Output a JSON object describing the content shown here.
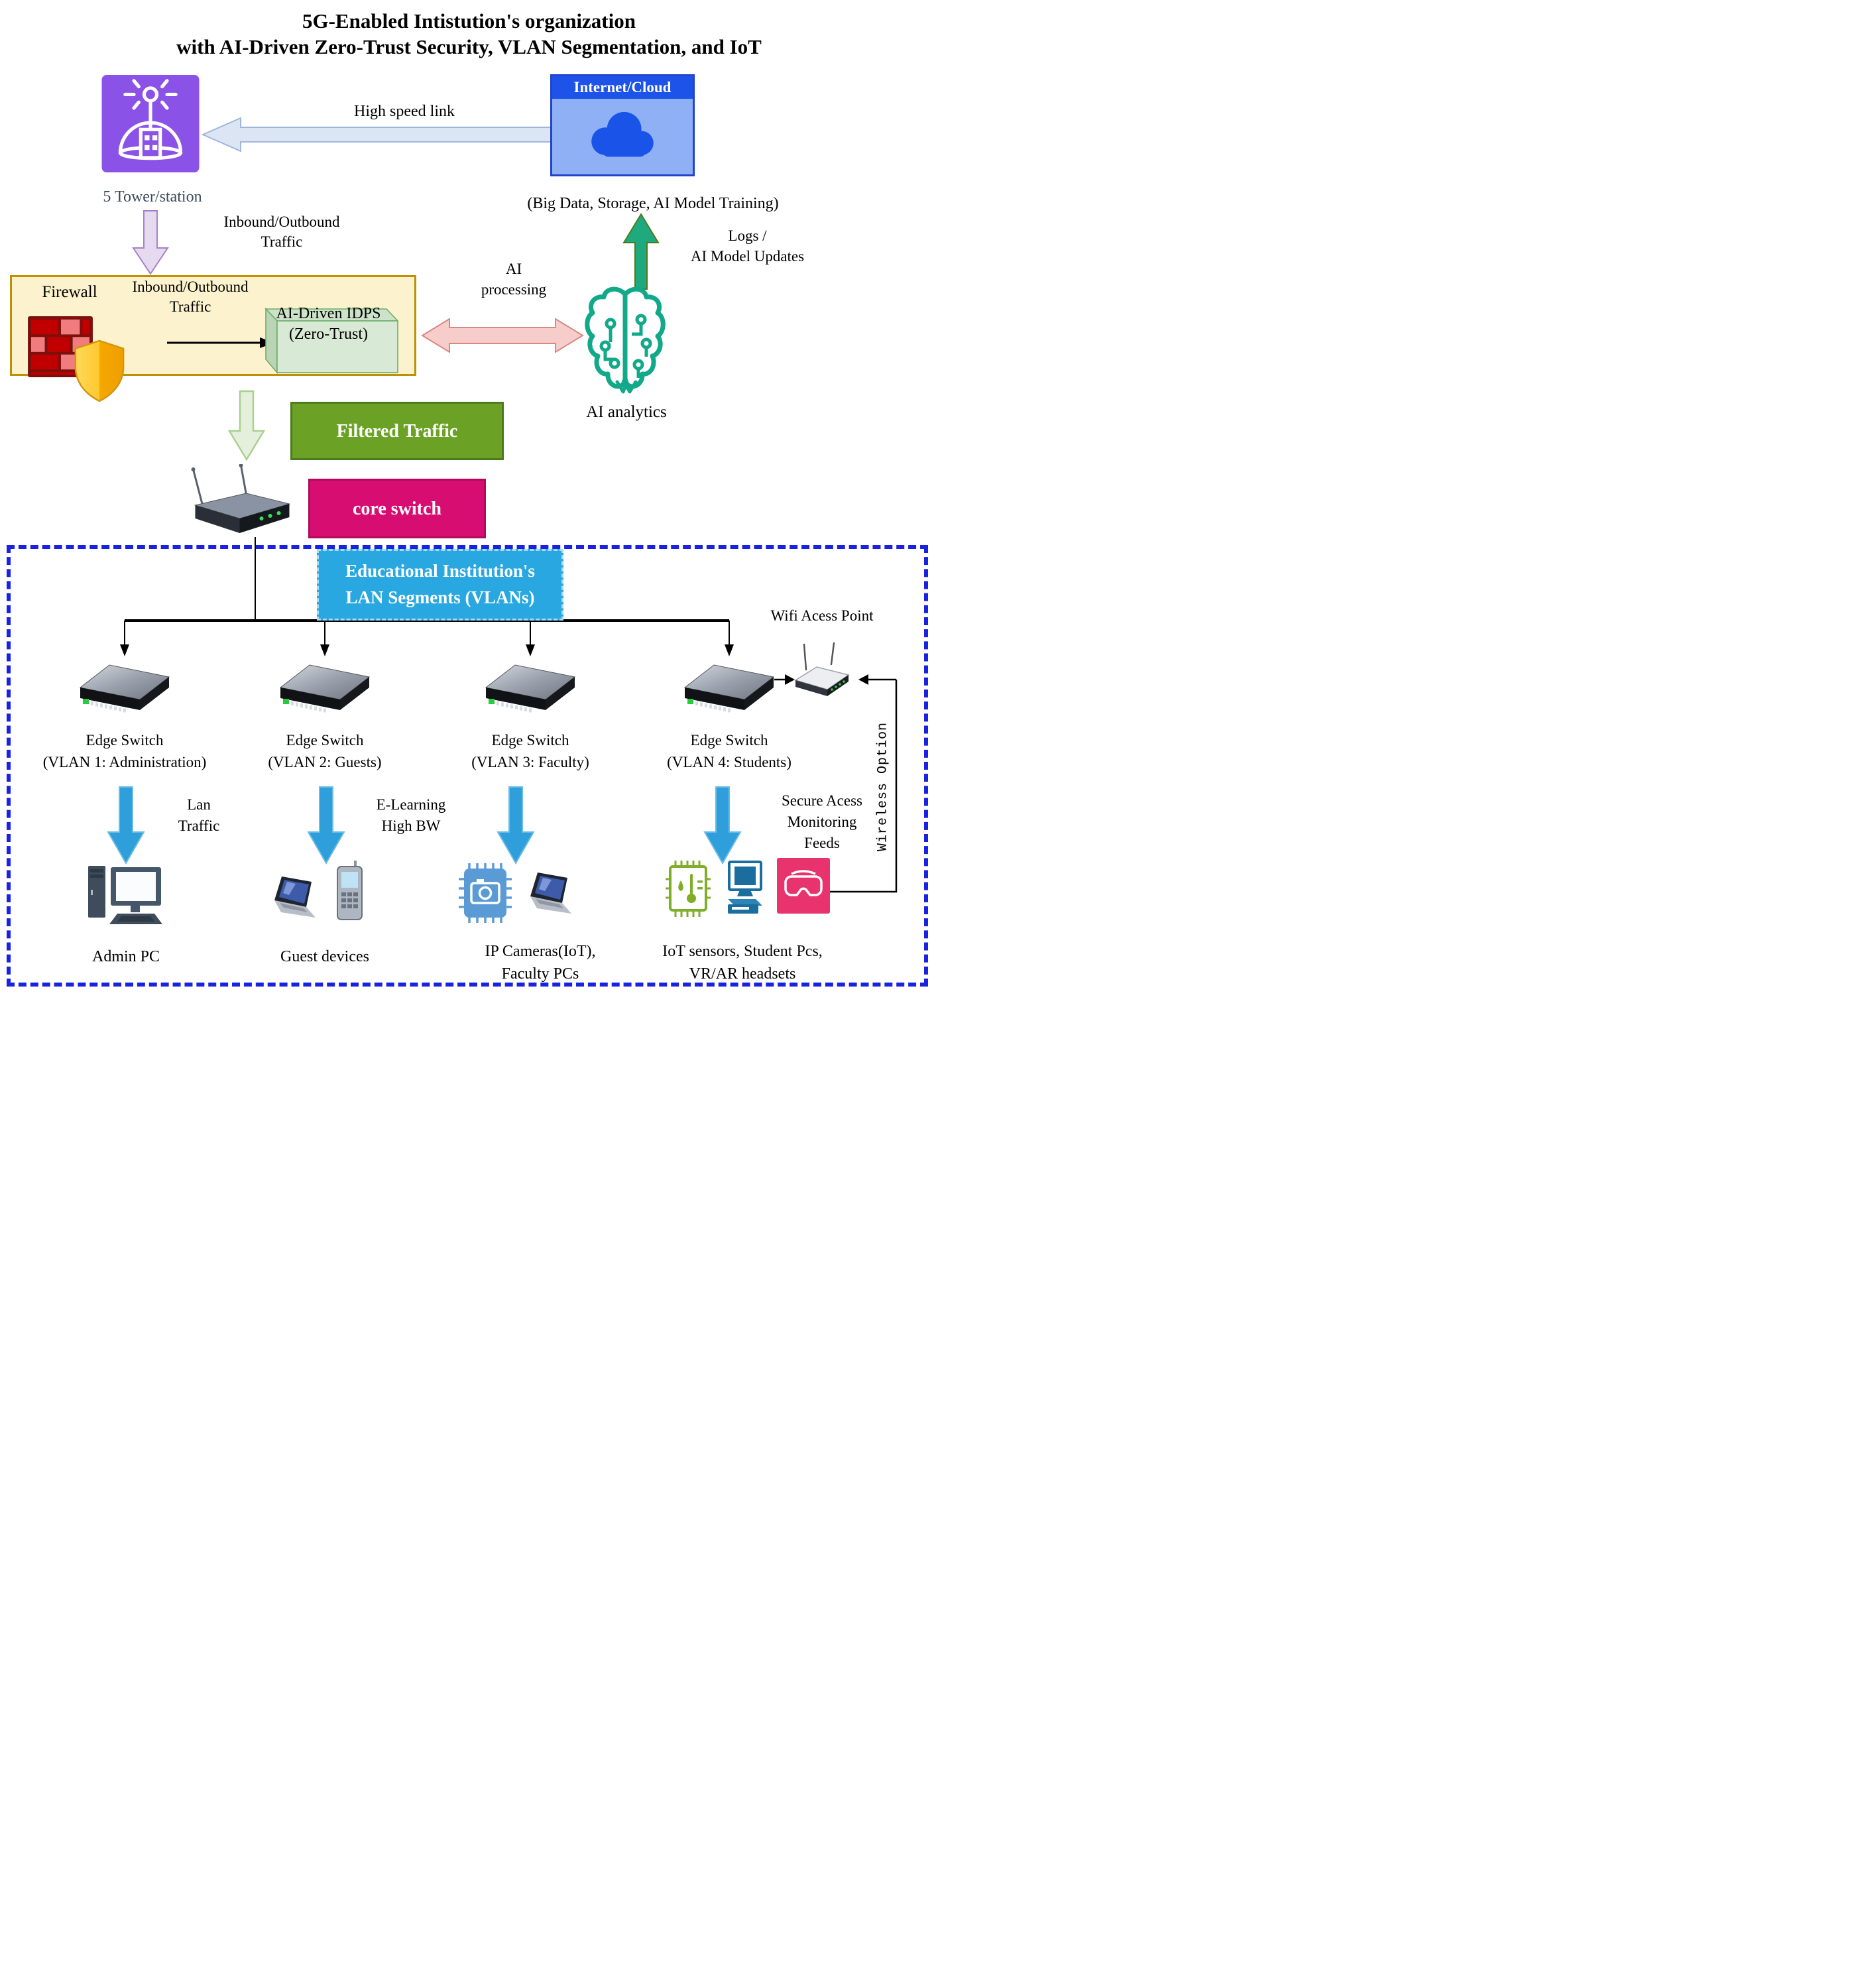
{
  "title": {
    "line1": "5G-Enabled Intistution's organization",
    "line2": "with AI-Driven Zero-Trust Security, VLAN Segmentation, and IoT"
  },
  "tower": {
    "label": "5 Tower/station"
  },
  "cloud": {
    "title": "Internet/Cloud",
    "subtitle": "(Big Data, Storage, AI Model Training)"
  },
  "flows": {
    "high_speed": "High speed link",
    "inbound_l1": "Inbound/Outbound",
    "inbound_l2": "Traffic",
    "logs_l1": "Logs /",
    "logs_l2": "AI Model Updates",
    "ai_processing_l1": "AI",
    "ai_processing_l2": "processing",
    "filtered": "Filtered Traffic"
  },
  "ai": {
    "analytics": "AI analytics"
  },
  "firewall": {
    "label": "Firewall",
    "idps_l1": "AI-Driven IDPS",
    "idps_l2": "(Zero-Trust)"
  },
  "core": {
    "switch_label": "core switch"
  },
  "lan": {
    "header_l1": "Educational Institution's",
    "header_l2": "LAN Segments (VLANs)",
    "wifi_ap": "Wifi Acess Point",
    "wireless_option": "Wireless Option"
  },
  "vlans": [
    {
      "switch_l1": "Edge Switch",
      "switch_l2": "(VLAN 1: Administration)",
      "traffic": [
        "Lan",
        "Traffic"
      ],
      "devices": [
        "Admin PC"
      ]
    },
    {
      "switch_l1": "Edge Switch",
      "switch_l2": "(VLAN 2: Guests)",
      "traffic": [
        "E-Learning",
        "High BW"
      ],
      "devices": [
        "Guest devices"
      ]
    },
    {
      "switch_l1": "Edge Switch",
      "switch_l2": "(VLAN 3: Faculty)",
      "traffic": [],
      "devices": [
        "IP Cameras(IoT),",
        "Faculty PCs"
      ]
    },
    {
      "switch_l1": "Edge Switch",
      "switch_l2": "(VLAN 4: Students)",
      "traffic": [
        "Secure Acess",
        "Monitoring",
        "Feeds"
      ],
      "devices": [
        "IoT sensors, Student Pcs,",
        "VR/AR headsets"
      ]
    }
  ],
  "colors": {
    "tower_purple": "#8B52E8",
    "cloud_header_blue": "#1D53E8",
    "cloud_body_blue": "#8FB0F5",
    "cloud_shape_blue": "#1A53E8",
    "high_speed_arrow": "#DCE5F4",
    "purple_arrow": "#E6DAF0",
    "firewall_bg": "#FDF2CE",
    "firewall_border": "#BF9000",
    "idps_green": "#D8E9D5",
    "pink_arrow": "#F6CDCB",
    "brain_teal": "#12A88A",
    "green_up_arrow": "#1FA97E",
    "filtered_arrow_fill": "#E4F0DB",
    "filtered_box_green": "#6BA226",
    "core_switch_magenta": "#D80D72",
    "lan_header_blue": "#29A7E0",
    "dashed_border_blue": "#1822E0",
    "vlan_arrow_blue": "#2E9FDA"
  }
}
